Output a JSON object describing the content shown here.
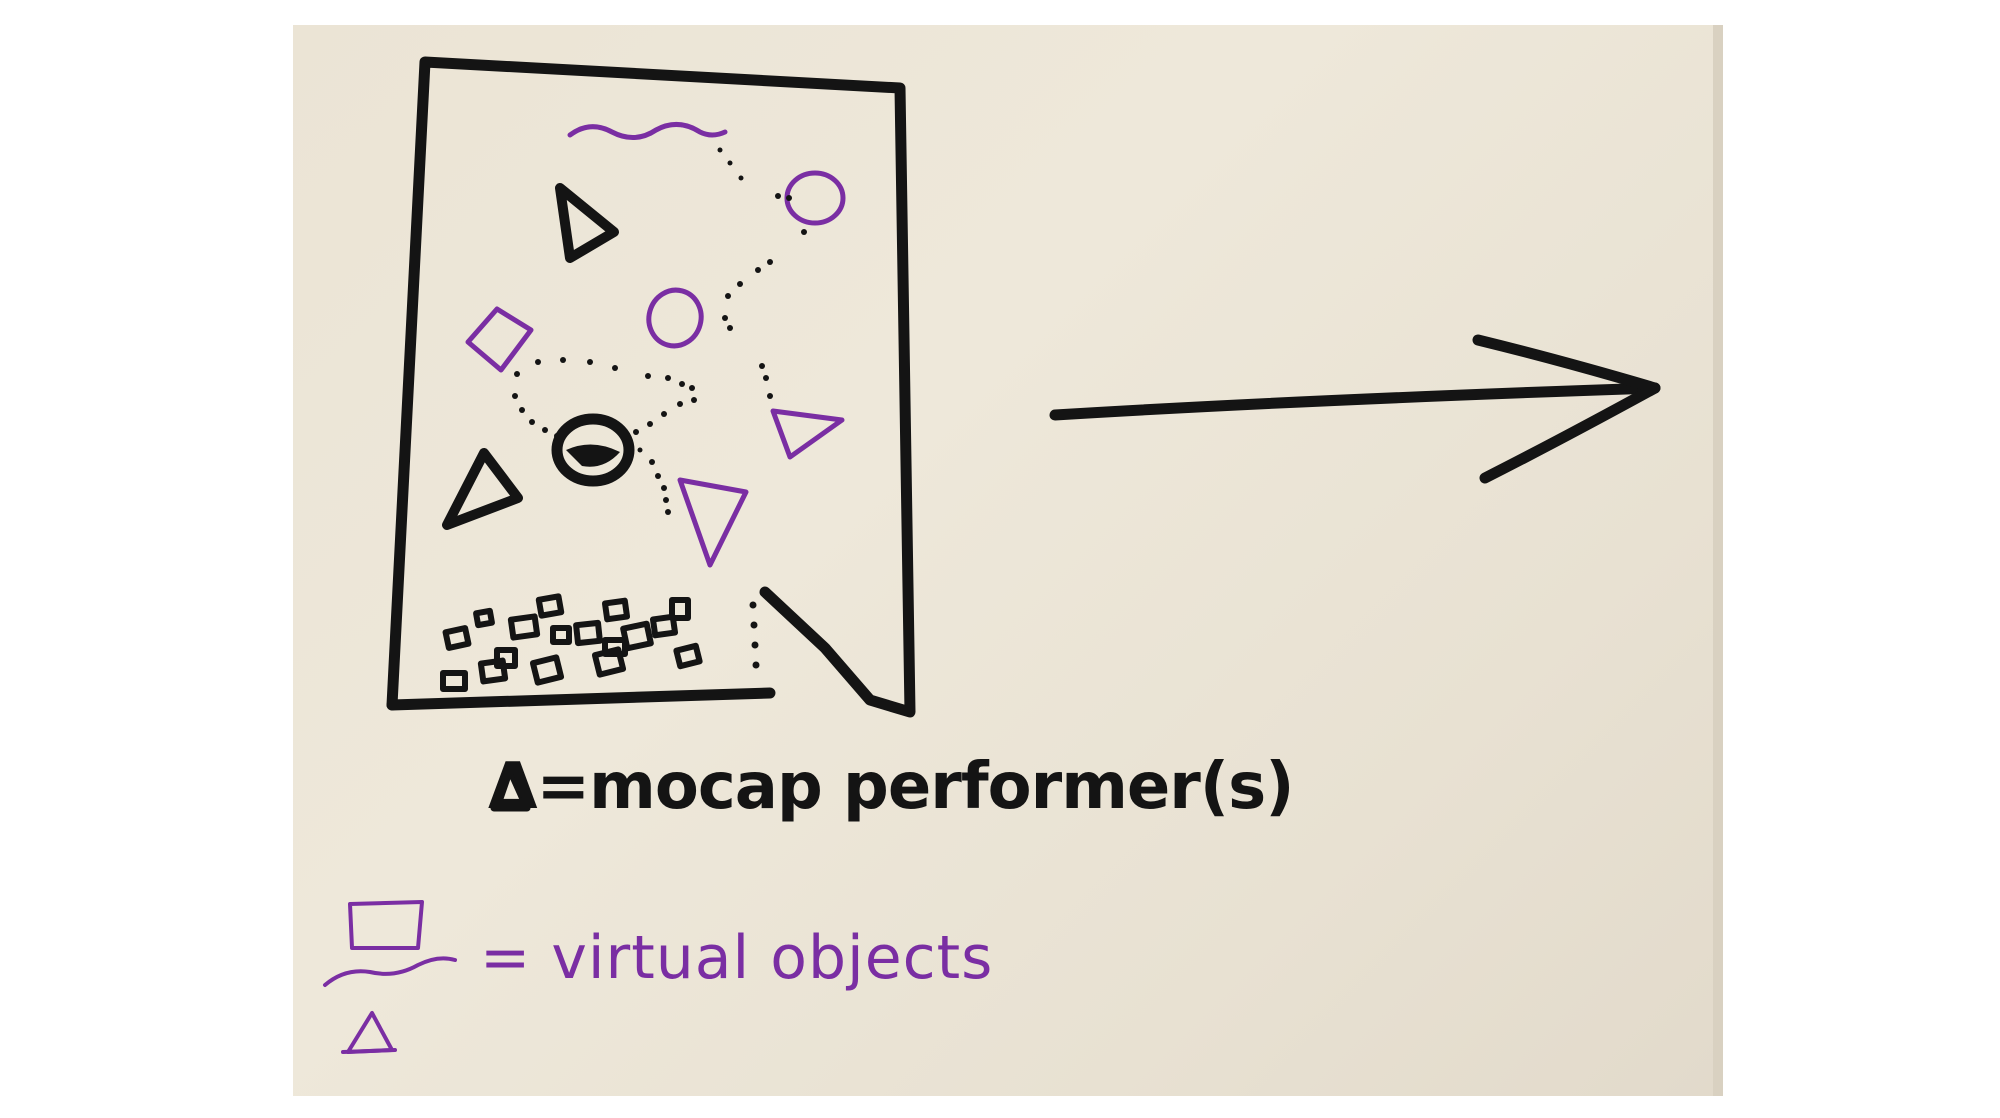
{
  "diagram": {
    "legend": {
      "performer_label": "Δ=mocap performer(s)",
      "virtual_label": "= virtual objects"
    },
    "colors": {
      "paper": "#ece6d7",
      "ink_black": "#141414",
      "ink_purple": "#7a2ea3"
    },
    "elements": {
      "stage_frame": "room-frame",
      "performer_marker": "triangle",
      "virtual_object_markers": [
        "square",
        "wave-line",
        "triangle",
        "circle"
      ],
      "direction_arrow": "right-arrow"
    }
  }
}
